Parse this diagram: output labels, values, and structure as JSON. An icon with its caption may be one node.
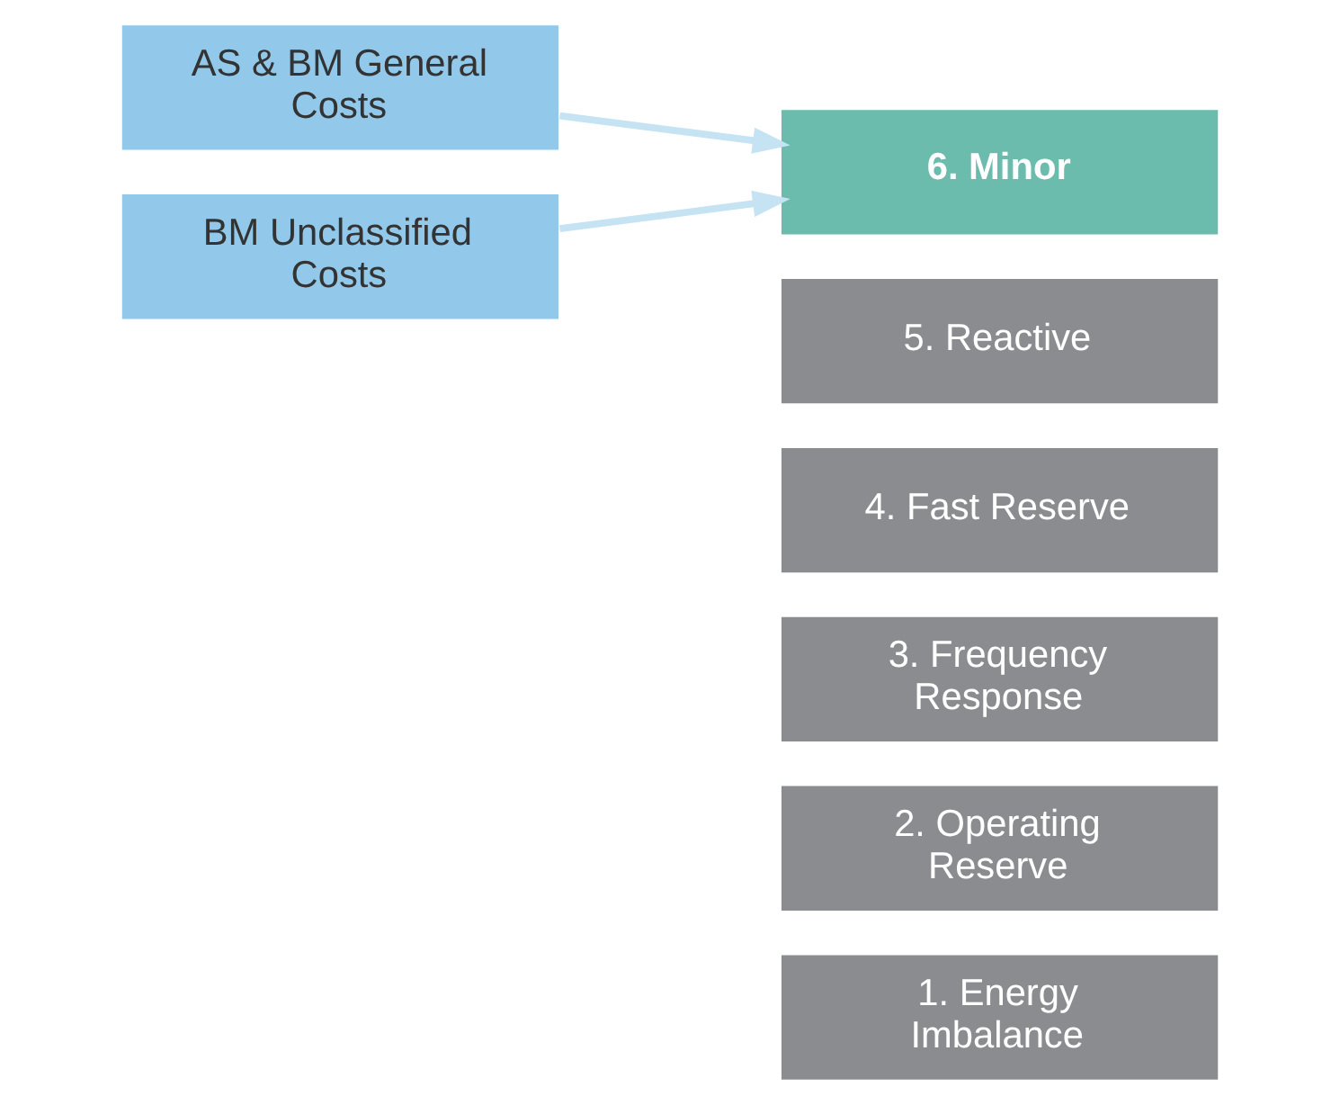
{
  "diagram": {
    "nodes": [
      {
        "text": [
          "1. Energy Imbalance"
        ]
      },
      {
        "text": [
          "2. Operating Reserve"
        ]
      },
      {
        "text": [
          "3. Frequency Response"
        ]
      },
      {
        "text": [
          "4. Fast Reserve"
        ]
      },
      {
        "text": [
          "5. Reactive"
        ]
      },
      {
        "text": [
          "6. Minor"
        ]
      },
      {
        "text": [
          "AS & BM General Costs"
        ]
      },
      {
        "text": [
          "BM Unclassified Costs"
        ]
      }
    ],
    "edges": [
      {
        "from": 6,
        "to": 5,
        "arrow": "to"
      },
      {
        "from": 7,
        "to": 5,
        "arrow": "to"
      }
    ]
  }
}
